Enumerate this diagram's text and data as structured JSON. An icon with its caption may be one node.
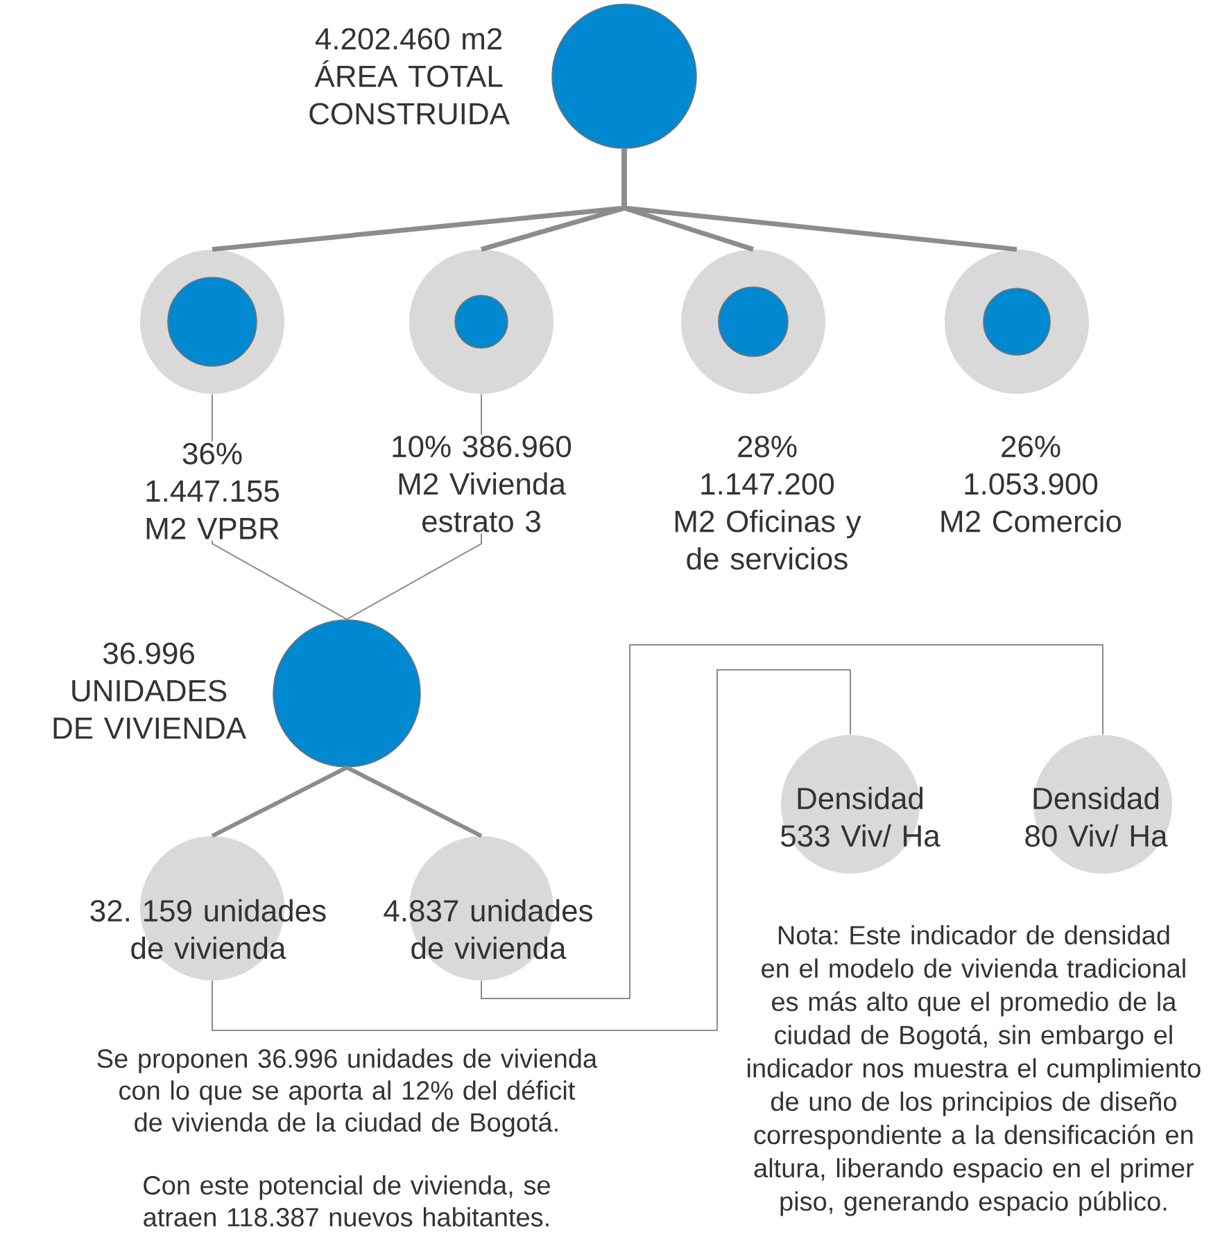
{
  "diagram": {
    "nodes": [
      {
        "text": [
          "4.202.460 m2 ÁREA TOTAL CONSTRUIDA"
        ]
      },
      {
        "text": [
          "36% 1.447.155 M2 VPBR"
        ]
      },
      {
        "text": [],
        "shape": "circle",
        "in": 1
      },
      {
        "text": [
          "10% 386.960 M2 Vivienda estrato 3"
        ]
      },
      {
        "text": [],
        "shape": "circle",
        "in": 3
      },
      {
        "text": [
          "28% 1.147.200 M2 Oficinas y de servicios"
        ]
      },
      {
        "text": [],
        "shape": "circle",
        "in": 5
      },
      {
        "text": [
          "26% 1.053.900 M2 Comercio"
        ]
      },
      {
        "text": [],
        "shape": "circle",
        "in": 7
      },
      {
        "text": [
          "36.996 UNIDADES DE VIVIENDA"
        ]
      },
      {
        "text": [
          "32. 159 unidades de vivienda"
        ]
      },
      {
        "text": [
          "4.837 unidades de vivienda"
        ]
      },
      {
        "text": [
          "Densidad 533 Viv/ Ha"
        ]
      },
      {
        "text": [
          "Densidad 80 Viv/ Ha"
        ]
      }
    ],
    "edges": [
      {
        "from": 0,
        "to": 1,
        "arrow": "none"
      },
      {
        "from": 0,
        "to": 3,
        "arrow": "none"
      },
      {
        "from": 0,
        "to": 5,
        "arrow": "none"
      },
      {
        "from": 0,
        "to": 7,
        "arrow": "none"
      },
      {
        "from": 1,
        "to": 9,
        "arrow": "none"
      },
      {
        "from": 3,
        "to": 9,
        "arrow": "none"
      },
      {
        "from": 9,
        "to": 10,
        "arrow": "none"
      },
      {
        "from": 9,
        "to": 11,
        "arrow": "none"
      },
      {
        "from": 10,
        "to": 12,
        "arrow": "none"
      },
      {
        "from": 11,
        "to": 13,
        "arrow": "none"
      }
    ],
    "labels": [
      "Se proponen 36.996 unidades de vivienda con lo que se aporta al 12% del déficit de vivienda de la ciudad de Bogotá.",
      "Con este potencial de vivienda, se atraen 118.387 nuevos habitantes.",
      "Nota: Este indicador de densidad en el modelo de vivienda tradicional es más alto que el promedio de la ciudad de Bogotá, sin embargo el indicador nos muestra el cumplimiento de uno de los principios de diseño correspondiente a la densificación en altura, liberando espacio en el primer piso, generando espacio público."
    ]
  }
}
